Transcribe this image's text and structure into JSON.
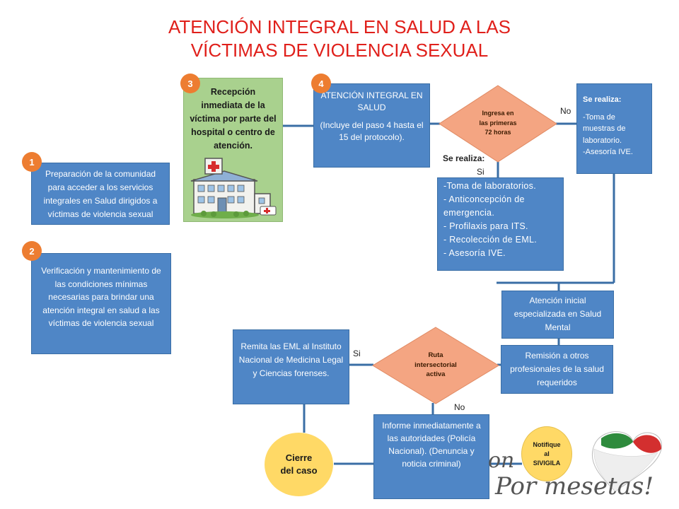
{
  "title": {
    "line1": "ATENCIÓN INTEGRAL EN SALUD A LAS",
    "line2": "VÍCTIMAS DE VIOLENCIA SEXUAL"
  },
  "badges": {
    "b1": "1",
    "b2": "2",
    "b3": "3",
    "b4": "4"
  },
  "step1": {
    "text": "Preparación de la comunidad para acceder a los servicios integrales en Salud dirigidos a víctimas de violencia sexual"
  },
  "step2": {
    "text": "Verificación y mantenimiento de las condiciones mínimas necesarias para brindar una atención integral en salud a las víctimas de violencia sexual"
  },
  "step3": {
    "text": "Recepción inmediata de la víctima por parte del hospital o centro de atención."
  },
  "step4": {
    "title": "ATENCIÓN INTEGRAL EN SALUD",
    "note": "(Incluye del paso 4 hasta el 15 del protocolo)."
  },
  "decision1": {
    "line1": "Ingresa en",
    "line2": "las primeras",
    "line3": "72 horas"
  },
  "labels": {
    "no1": "No",
    "si1": "Si",
    "se_realiza": "Se realiza:",
    "si2": "Si",
    "no2": "No"
  },
  "box_no72": {
    "heading": "Se realiza:",
    "lines": [
      "-Toma de",
      "muestras de",
      "laboratorio.",
      "-Asesoría IVE."
    ]
  },
  "box_si72": {
    "lines": [
      "-Toma de laboratorios.",
      "- Anticoncepción de",
      "emergencia.",
      "- Profilaxis para ITS.",
      "- Recolección de EML.",
      "- Asesoría IVE."
    ]
  },
  "mental": {
    "text": "Atención inicial especializada en Salud Mental"
  },
  "remision": {
    "text": "Remisión a otros profesionales de la salud requeridos"
  },
  "decision2": {
    "line1": "Ruta",
    "line2": "intersectorial",
    "line3": "activa"
  },
  "eml": {
    "text": "Remita las EML al Instituto Nacional de Medicina Legal y Ciencias forenses."
  },
  "informe": {
    "text": "Informe inmediatamente a las autoridades (Policía Nacional). (Denuncia y noticia criminal)"
  },
  "cierre": {
    "line1": "Cierre",
    "line2": "del caso"
  },
  "notifique": {
    "line1": "Notifique",
    "line2": "al",
    "line3": "SIVIGILA"
  },
  "logo": {
    "text1": "on",
    "text2": "Por mesetas!"
  },
  "colors": {
    "title": "#e0201b",
    "box": "#4f86c6",
    "green": "#a9d18e",
    "badge": "#ed7d31",
    "diamond": "#f4a582",
    "circle": "#ffd966"
  }
}
